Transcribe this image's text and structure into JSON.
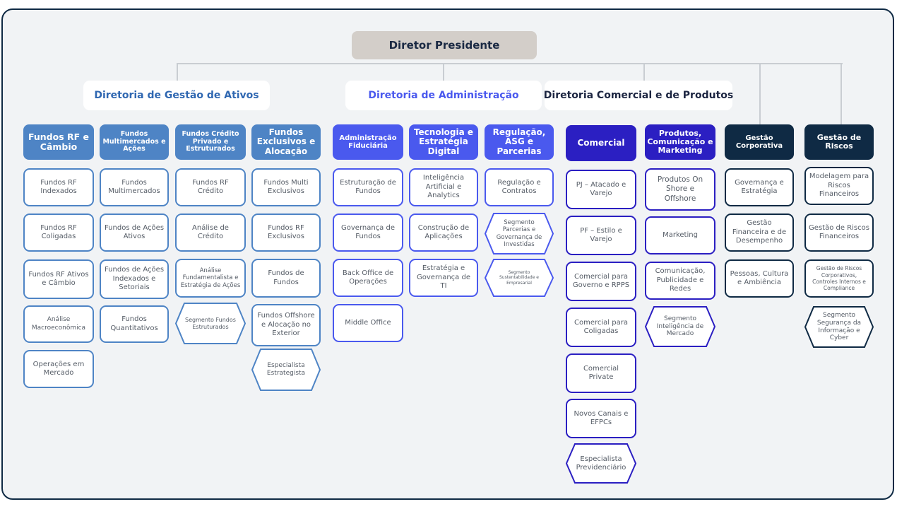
{
  "president": "Diretor Presidente",
  "directorates": [
    {
      "label": "Diretoria de Gestão de Ativos",
      "color": "#2f67b1"
    },
    {
      "label": "Diretoria de Administração",
      "color": "#4a59ee"
    },
    {
      "label": "Diretoria Comercial e de Produtos",
      "color": "#1c2541"
    }
  ],
  "colors": {
    "gestao_ativos": "#4e84c5",
    "administracao": "#4a59ee",
    "comercial": "#2b1fc2",
    "gestao_corporativa": "#0f2a44",
    "connector": "#c9cdd2",
    "frame": "#0f2a44"
  },
  "columns": [
    {
      "header": "Fundos RF e Câmbio",
      "items": [
        "Fundos RF Indexados",
        "Fundos RF Coligadas",
        "Fundos RF Ativos e Câmbio",
        "Análise Macroeconômica",
        "Operações em Mercado"
      ]
    },
    {
      "header": "Fundos Multimercados e Ações",
      "items": [
        "Fundos Multimercados",
        "Fundos de Ações Ativos",
        "Fundos de Ações Indexados e Setoriais",
        "Fundos Quantitativos"
      ]
    },
    {
      "header": "Fundos Crédito Privado e Estruturados",
      "items": [
        "Fundos RF Crédito",
        "Análise de Crédito",
        "Análise Fundamentalista e Estratégia de Ações",
        "Segmento Fundos Estruturados"
      ]
    },
    {
      "header": "Fundos Exclusivos e Alocação",
      "items": [
        "Fundos Multi Exclusivos",
        "Fundos RF Exclusivos",
        "Fundos de Fundos",
        "Fundos Offshore e Alocação no Exterior",
        "Especialista Estrategista"
      ]
    },
    {
      "header": "Administração Fiduciária",
      "items": [
        "Estruturação de Fundos",
        "Governança de Fundos",
        "Back Office de Operações",
        "Middle Office"
      ]
    },
    {
      "header": "Tecnologia e Estratégia Digital",
      "items": [
        "Inteligência Artificial e Analytics",
        "Construção de Aplicações",
        "Estratégia e Governança de TI"
      ]
    },
    {
      "header": "Regulação, ASG e Parcerias",
      "items": [
        "Regulação e Contratos",
        "Segmento Parcerias e Governança de Investidas",
        "Segmento Sustentabilidade e Empresarial"
      ]
    },
    {
      "header": "Comercial",
      "items": [
        "PJ – Atacado e Varejo",
        "PF – Estilo e Varejo",
        "Comercial para Governo e RPPS",
        "Comercial para Coligadas",
        "Comercial Private",
        "Novos Canais e EFPCs",
        "Especialista Previdenciário"
      ]
    },
    {
      "header": "Produtos, Comunicação e Marketing",
      "items": [
        "Produtos On Shore e Offshore",
        "Marketing",
        "Comunicação, Publicidade e Redes",
        "Segmento Inteligência de Mercado"
      ]
    },
    {
      "header": "Gestão Corporativa",
      "items": [
        "Governança e Estratégia",
        "Gestão Financeira e de Desempenho",
        "Pessoas, Cultura e Ambiência"
      ]
    },
    {
      "header": "Gestão de Riscos",
      "items": [
        "Modelagem para Riscos Financeiros",
        "Gestão de Riscos Financeiros",
        "Gestão de Riscos Corporativos, Controles Internos e Compliance",
        "Segmento Segurança da Informação e Cyber"
      ]
    }
  ]
}
